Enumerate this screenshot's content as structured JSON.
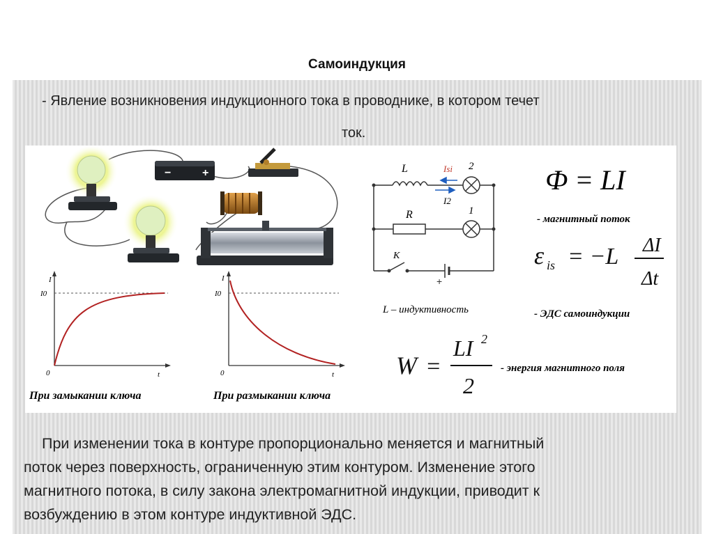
{
  "slide": {
    "title": "Самоиндукция",
    "definition_line1": "- Явление возникновения индукционного тока в проводнике, в котором течет",
    "definition_line2": "ток."
  },
  "figure": {
    "circuit": {
      "label_L": "L",
      "label_R": "R",
      "label_K": "K",
      "label_Isi": "Isi",
      "label_I2": "I2",
      "lamp_2": "2",
      "lamp_1": "1",
      "plus": "+",
      "inductance_caption": "L – индуктивность"
    },
    "graph_close": {
      "axis_y": "I",
      "axis_x": "t",
      "level": "I0",
      "origin": "0",
      "caption": "При замыкании ключа"
    },
    "graph_open": {
      "axis_y": "I",
      "axis_x": "t",
      "level": "I0",
      "origin": "0",
      "caption": "При размыкании ключа"
    },
    "formulas": {
      "flux": "Ф = LI",
      "flux_caption": "- магнитный поток",
      "emf_caption": "- ЭДС самоиндукции",
      "energy_caption": "- энергия магнитного поля"
    },
    "battery_signs": {
      "minus": "−",
      "plus": "+"
    }
  },
  "body": {
    "line1": "При изменении тока в контуре пропорционально меняется и магнитный",
    "line2": "поток через поверхность, ограниченную этим контуром. Изменение этого",
    "line3": "магнитного потока, в силу закона электромагнитной индукции, приводит к",
    "line4": "возбуждению в этом контуре индуктивной ЭДС."
  },
  "colors": {
    "green_caption": "#1e7a35",
    "purple_caption": "#7b2a8a",
    "curve_red": "#b22222",
    "arrow_blue": "#1f5fbf",
    "lamp_glow": "#e8f27a"
  }
}
